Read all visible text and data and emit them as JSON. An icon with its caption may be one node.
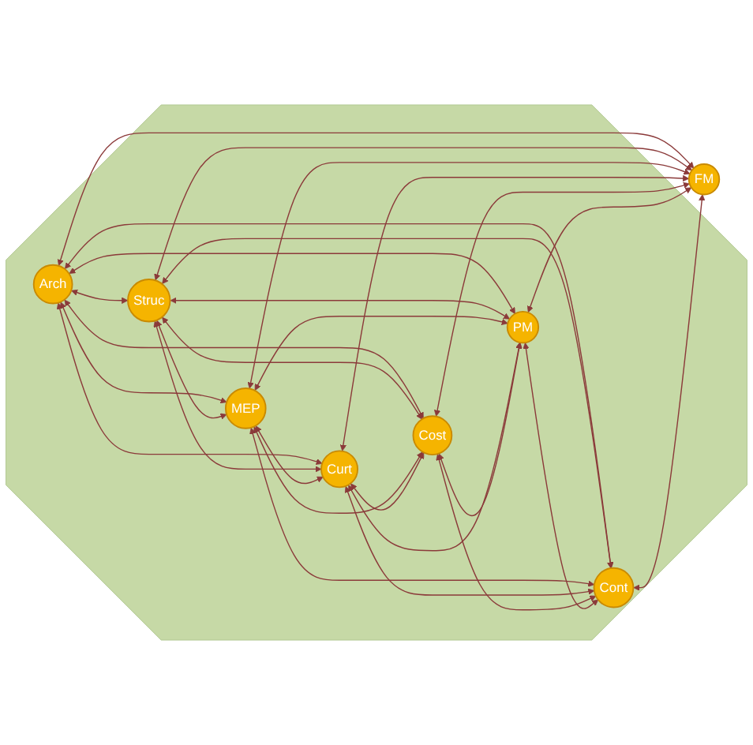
{
  "diagram": {
    "nodes": [
      {
        "text": [],
        "shape": "octagon"
      },
      {
        "text": [
          "Arch"
        ],
        "in": 0
      },
      {
        "text": [
          "Struc"
        ],
        "in": 0
      },
      {
        "text": [
          "MEP"
        ],
        "in": 0
      },
      {
        "text": [
          "Curt"
        ],
        "in": 0
      },
      {
        "text": [
          "Cost"
        ],
        "in": 0
      },
      {
        "text": [
          "PM"
        ],
        "in": 0
      },
      {
        "text": [
          "Cont"
        ],
        "in": 0
      },
      {
        "text": [
          "FM"
        ],
        "in": 0
      }
    ],
    "edges": [
      {
        "from": 1,
        "to": 2,
        "arrow": "both"
      },
      {
        "from": 1,
        "to": 3,
        "arrow": "both"
      },
      {
        "from": 1,
        "to": 4,
        "arrow": "both"
      },
      {
        "from": 1,
        "to": 5,
        "arrow": "both"
      },
      {
        "from": 1,
        "to": 6,
        "arrow": "both"
      },
      {
        "from": 1,
        "to": 7,
        "arrow": "both"
      },
      {
        "from": 1,
        "to": 8,
        "arrow": "both"
      },
      {
        "from": 2,
        "to": 3,
        "arrow": "both"
      },
      {
        "from": 2,
        "to": 4,
        "arrow": "both"
      },
      {
        "from": 2,
        "to": 5,
        "arrow": "both"
      },
      {
        "from": 2,
        "to": 6,
        "arrow": "both"
      },
      {
        "from": 2,
        "to": 7,
        "arrow": "both"
      },
      {
        "from": 2,
        "to": 8,
        "arrow": "both"
      },
      {
        "from": 3,
        "to": 4,
        "arrow": "both"
      },
      {
        "from": 3,
        "to": 5,
        "arrow": "both"
      },
      {
        "from": 3,
        "to": 6,
        "arrow": "both"
      },
      {
        "from": 3,
        "to": 7,
        "arrow": "both"
      },
      {
        "from": 3,
        "to": 8,
        "arrow": "both"
      },
      {
        "from": 4,
        "to": 5,
        "arrow": "both"
      },
      {
        "from": 4,
        "to": 6,
        "arrow": "both"
      },
      {
        "from": 4,
        "to": 7,
        "arrow": "both"
      },
      {
        "from": 4,
        "to": 8,
        "arrow": "both"
      },
      {
        "from": 5,
        "to": 6,
        "arrow": "both"
      },
      {
        "from": 5,
        "to": 7,
        "arrow": "both"
      },
      {
        "from": 5,
        "to": 8,
        "arrow": "both"
      },
      {
        "from": 6,
        "to": 7,
        "arrow": "both"
      },
      {
        "from": 6,
        "to": 8,
        "arrow": "both"
      },
      {
        "from": 7,
        "to": 8,
        "arrow": "both"
      }
    ]
  }
}
